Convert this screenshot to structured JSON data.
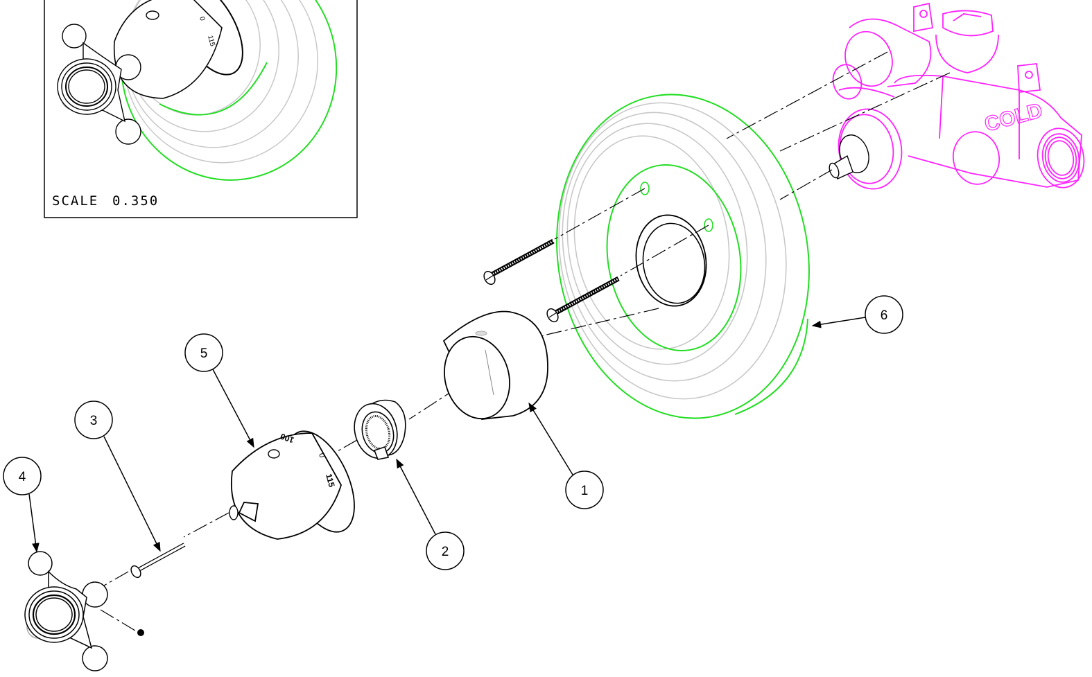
{
  "inset": {
    "scale_label": "SCALE",
    "scale_value": "0.350"
  },
  "callouts": {
    "c1": "1",
    "c2": "2",
    "c3": "3",
    "c4": "4",
    "c5": "5",
    "c6": "6"
  },
  "dial_markings": {
    "m100": "100",
    "m115": "115",
    "m0": "0"
  },
  "valve_body_text": "COLD",
  "colors": {
    "line": "#000000",
    "plate_rings": "#c8c8c8",
    "plate_edge": "#22dd22",
    "valve_body": "#ff22ff"
  }
}
